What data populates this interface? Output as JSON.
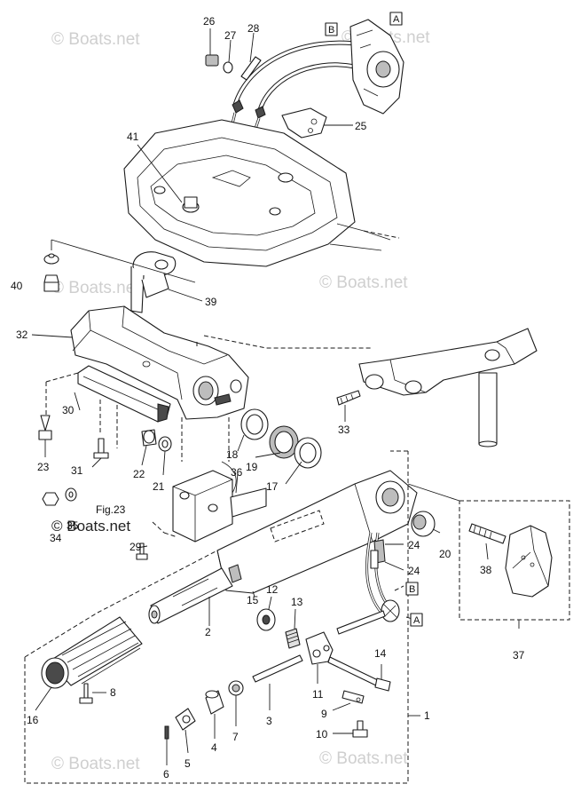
{
  "watermark": "© Boats.net",
  "figure_reference": "Fig.23",
  "box_letters": {
    "a": "A",
    "b": "B"
  },
  "callouts": {
    "p1": "1",
    "p2": "2",
    "p3": "3",
    "p4": "4",
    "p5": "5",
    "p6": "6",
    "p7": "7",
    "p8": "8",
    "p9": "9",
    "p10": "10",
    "p11": "11",
    "p12": "12",
    "p13": "13",
    "p14": "14",
    "p15": "15",
    "p16": "16",
    "p17": "17",
    "p18": "18",
    "p19": "19",
    "p20": "20",
    "p21": "21",
    "p22": "22",
    "p23": "23",
    "p24a": "24",
    "p24b": "24",
    "p25": "25",
    "p26": "26",
    "p27": "27",
    "p28": "28",
    "p29": "29",
    "p30": "30",
    "p31": "31",
    "p32": "32",
    "p33": "33",
    "p34": "34",
    "p35": "35",
    "p36": "36",
    "p37": "37",
    "p38": "38",
    "p39": "39",
    "p40": "40",
    "p41": "41"
  }
}
